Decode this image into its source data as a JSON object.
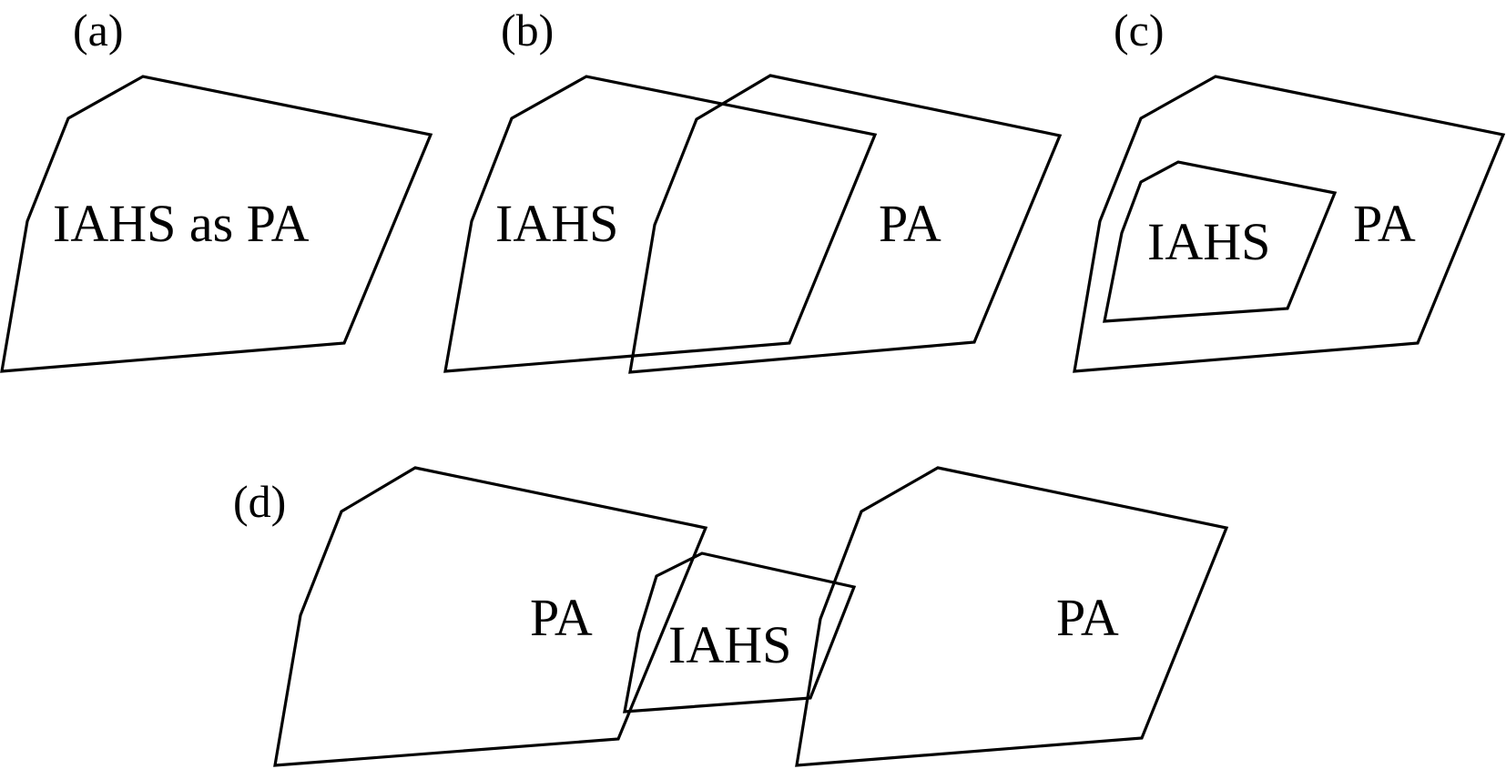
{
  "colors": {
    "stroke": "#000000",
    "background": "#ffffff"
  },
  "panels": {
    "a": {
      "label": "(a)",
      "region": "IAHS as PA"
    },
    "b": {
      "label": "(b)",
      "left_region": "IAHS",
      "right_region": "PA"
    },
    "c": {
      "label": "(c)",
      "inner_region": "IAHS",
      "outer_region": "PA"
    },
    "d": {
      "label": "(d)",
      "left_region": "PA",
      "middle_region": "IAHS",
      "right_region": "PA"
    }
  }
}
